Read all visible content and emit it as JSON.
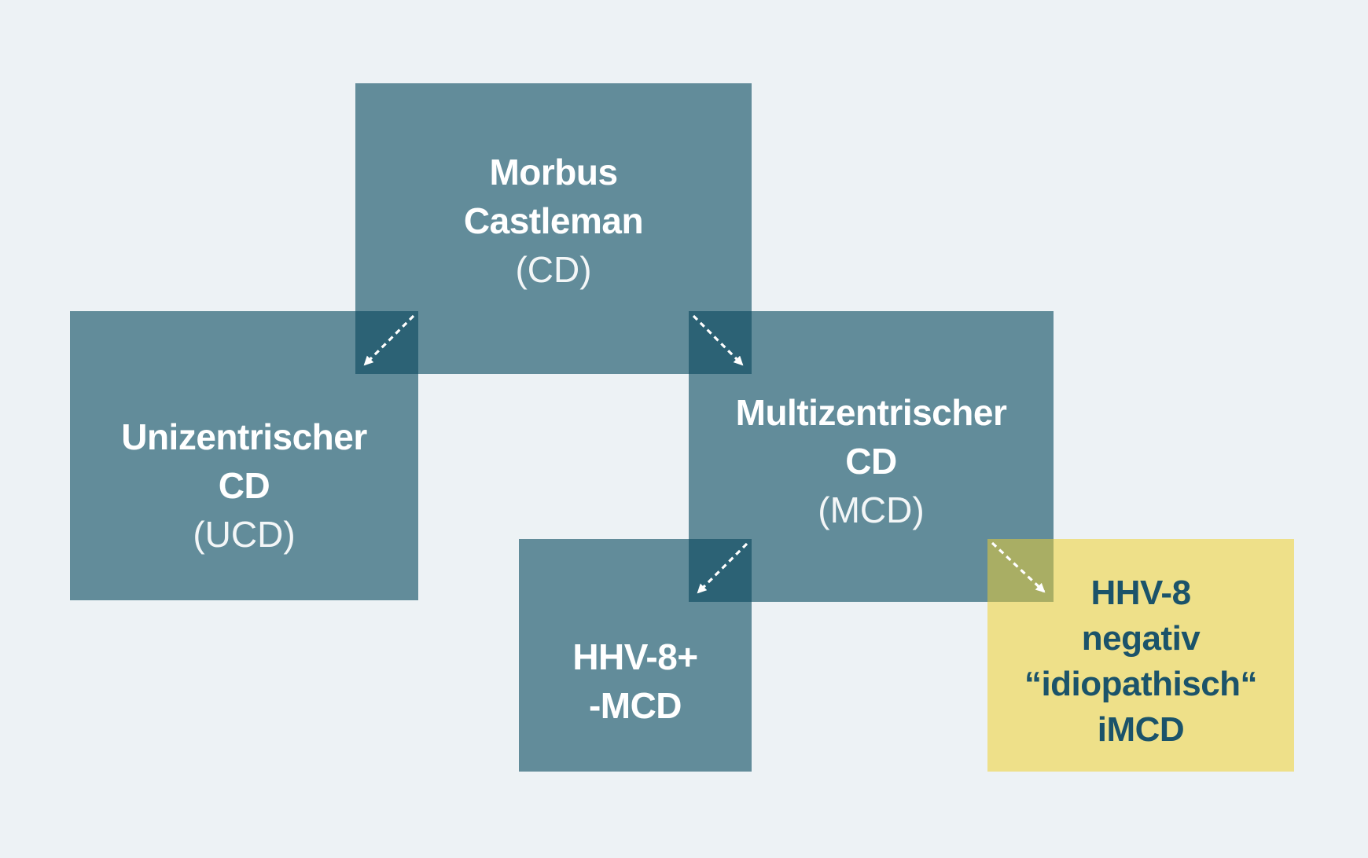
{
  "diagram": {
    "description": "Klassifikation Morbus Castleman",
    "background_color": "#edf2f5",
    "arrow_color": "#ffffff",
    "boxes": {
      "cd": {
        "title": "Morbus\nCastleman",
        "abbr": "(CD)",
        "color": "#628c9a",
        "text_color": "#ffffff"
      },
      "ucd": {
        "title": "Unizentrischer\nCD",
        "abbr": "(UCD)",
        "color": "#628c9a",
        "text_color": "#ffffff"
      },
      "mcd": {
        "title": "Multizentrischer\nCD",
        "abbr": "(MCD)",
        "color": "#628c9a",
        "text_color": "#ffffff"
      },
      "hhv8": {
        "title": "HHV-8+\n-MCD",
        "color": "#628c9a",
        "text_color": "#ffffff"
      },
      "imcd": {
        "title": "HHV-8\nnegativ\n“idiopathisch“\niMCD",
        "color": "#eee089",
        "text_color": "#1b536a"
      }
    },
    "overlaps": [
      {
        "between": [
          "cd",
          "ucd"
        ],
        "color": "#2c6275",
        "arrow": "down-left"
      },
      {
        "between": [
          "cd",
          "mcd"
        ],
        "color": "#2c6275",
        "arrow": "down-right"
      },
      {
        "between": [
          "mcd",
          "hhv8"
        ],
        "color": "#2c6275",
        "arrow": "down-left"
      },
      {
        "between": [
          "mcd",
          "imcd"
        ],
        "color": "#a9ae64",
        "arrow": "down-right"
      }
    ]
  }
}
